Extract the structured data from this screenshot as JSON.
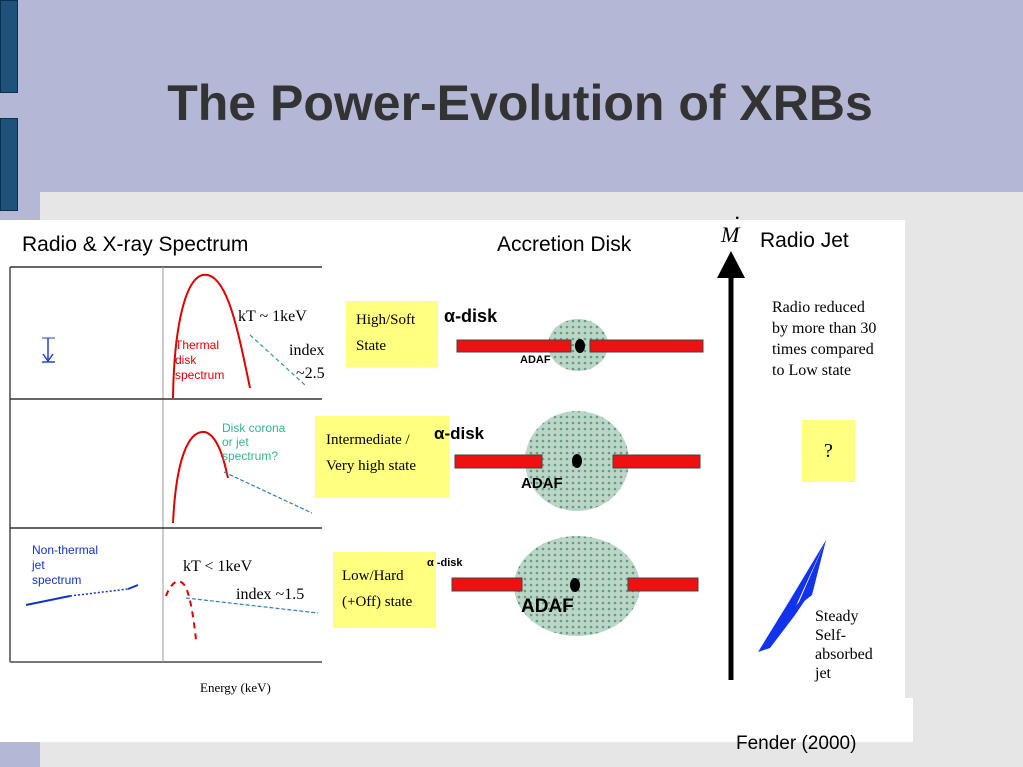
{
  "slide": {
    "title": "The Power-Evolution of XRBs",
    "credit": "Fender (2000)"
  },
  "headers": {
    "spectrum": "Radio  & X-ray Spectrum",
    "disk": "Accretion Disk",
    "jet": "Radio Jet",
    "mdot_symbol": "M"
  },
  "spectra": {
    "row1": {
      "kT": "kT ~ 1keV",
      "index_a": "index",
      "index_b": "~2.5",
      "thermal_a": "Thermal",
      "thermal_b": "disk",
      "thermal_c": "spectrum"
    },
    "row2": {
      "corona_a": "Disk corona",
      "corona_b": "or jet",
      "corona_c": "spectrum?"
    },
    "row3": {
      "kT": "kT < 1keV",
      "index": "index ~1.5",
      "nonthermal_a": "Non-thermal",
      "nonthermal_b": "jet",
      "nonthermal_c": "spectrum"
    },
    "energy_axis": "Energy (keV)"
  },
  "states": {
    "high_soft": {
      "line1": "High/Soft",
      "line2": "State",
      "disk_label": "α-disk",
      "adaf_label": "ADAF"
    },
    "intermediate": {
      "line1": "Intermediate /",
      "line2": "Very high state",
      "disk_label": "α-disk",
      "adaf_label": "ADAF"
    },
    "low_hard": {
      "line1": "Low/Hard",
      "line2": "(+Off) state",
      "disk_label": "α -disk",
      "adaf_label": "ADAF"
    }
  },
  "jets": {
    "high": {
      "line1": "Radio reduced",
      "line2": "by more than 30",
      "line3": "times compared",
      "line4": "to Low state"
    },
    "intermediate": {
      "mark": "?"
    },
    "low": {
      "line1": "Steady",
      "line2": "Self-",
      "line3": "absorbed",
      "line4": "jet"
    }
  },
  "colors": {
    "background": "#b5b7d7",
    "accent_bar": "#1f527a",
    "disk_bar": "#ee1111",
    "adaf_fill": "#a9cbb8",
    "state_box": "#ffff80",
    "jet_cone": "#1133ee",
    "thermal_curve": "#dd0000",
    "powerlaw": "#2f7fc0"
  }
}
